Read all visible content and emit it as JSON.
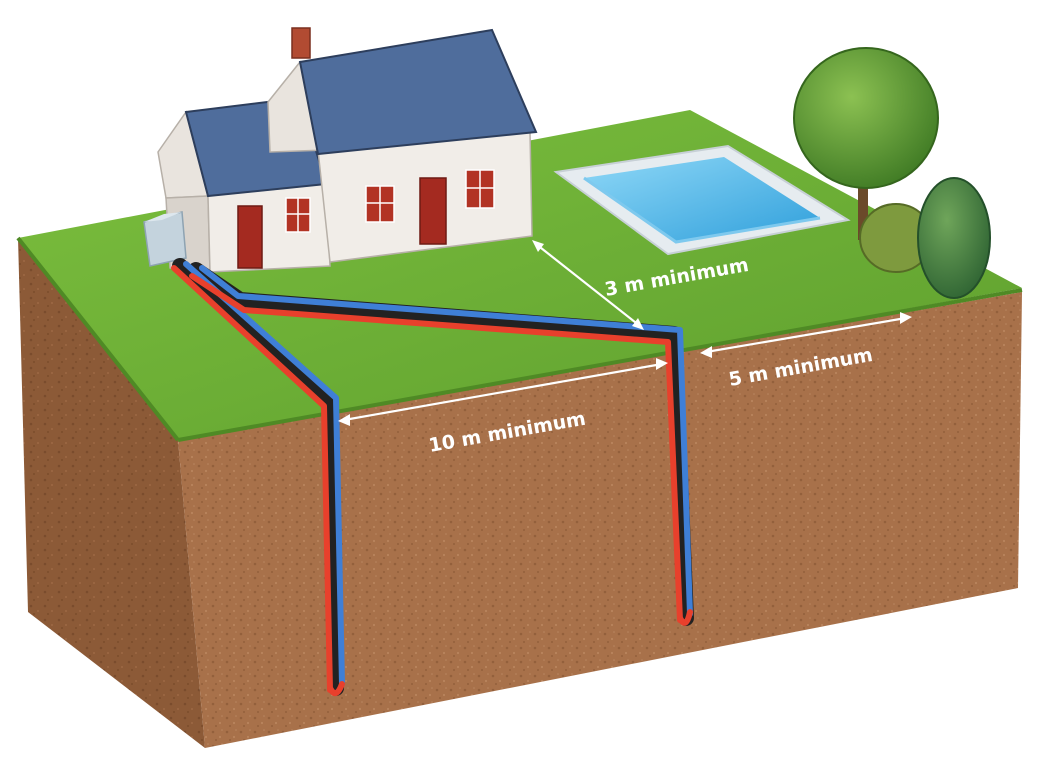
{
  "labels": {
    "pool_distance": "3 m minimum",
    "boundary_distance": "5 m minimum",
    "borehole_spacing": "10 m minimum"
  },
  "colors": {
    "grass": "#69ad35",
    "soil": "#a8714a",
    "pipe_hot": "#e8402c",
    "pipe_cold": "#3f7fd6",
    "pool_water": "#4ab8ea"
  }
}
